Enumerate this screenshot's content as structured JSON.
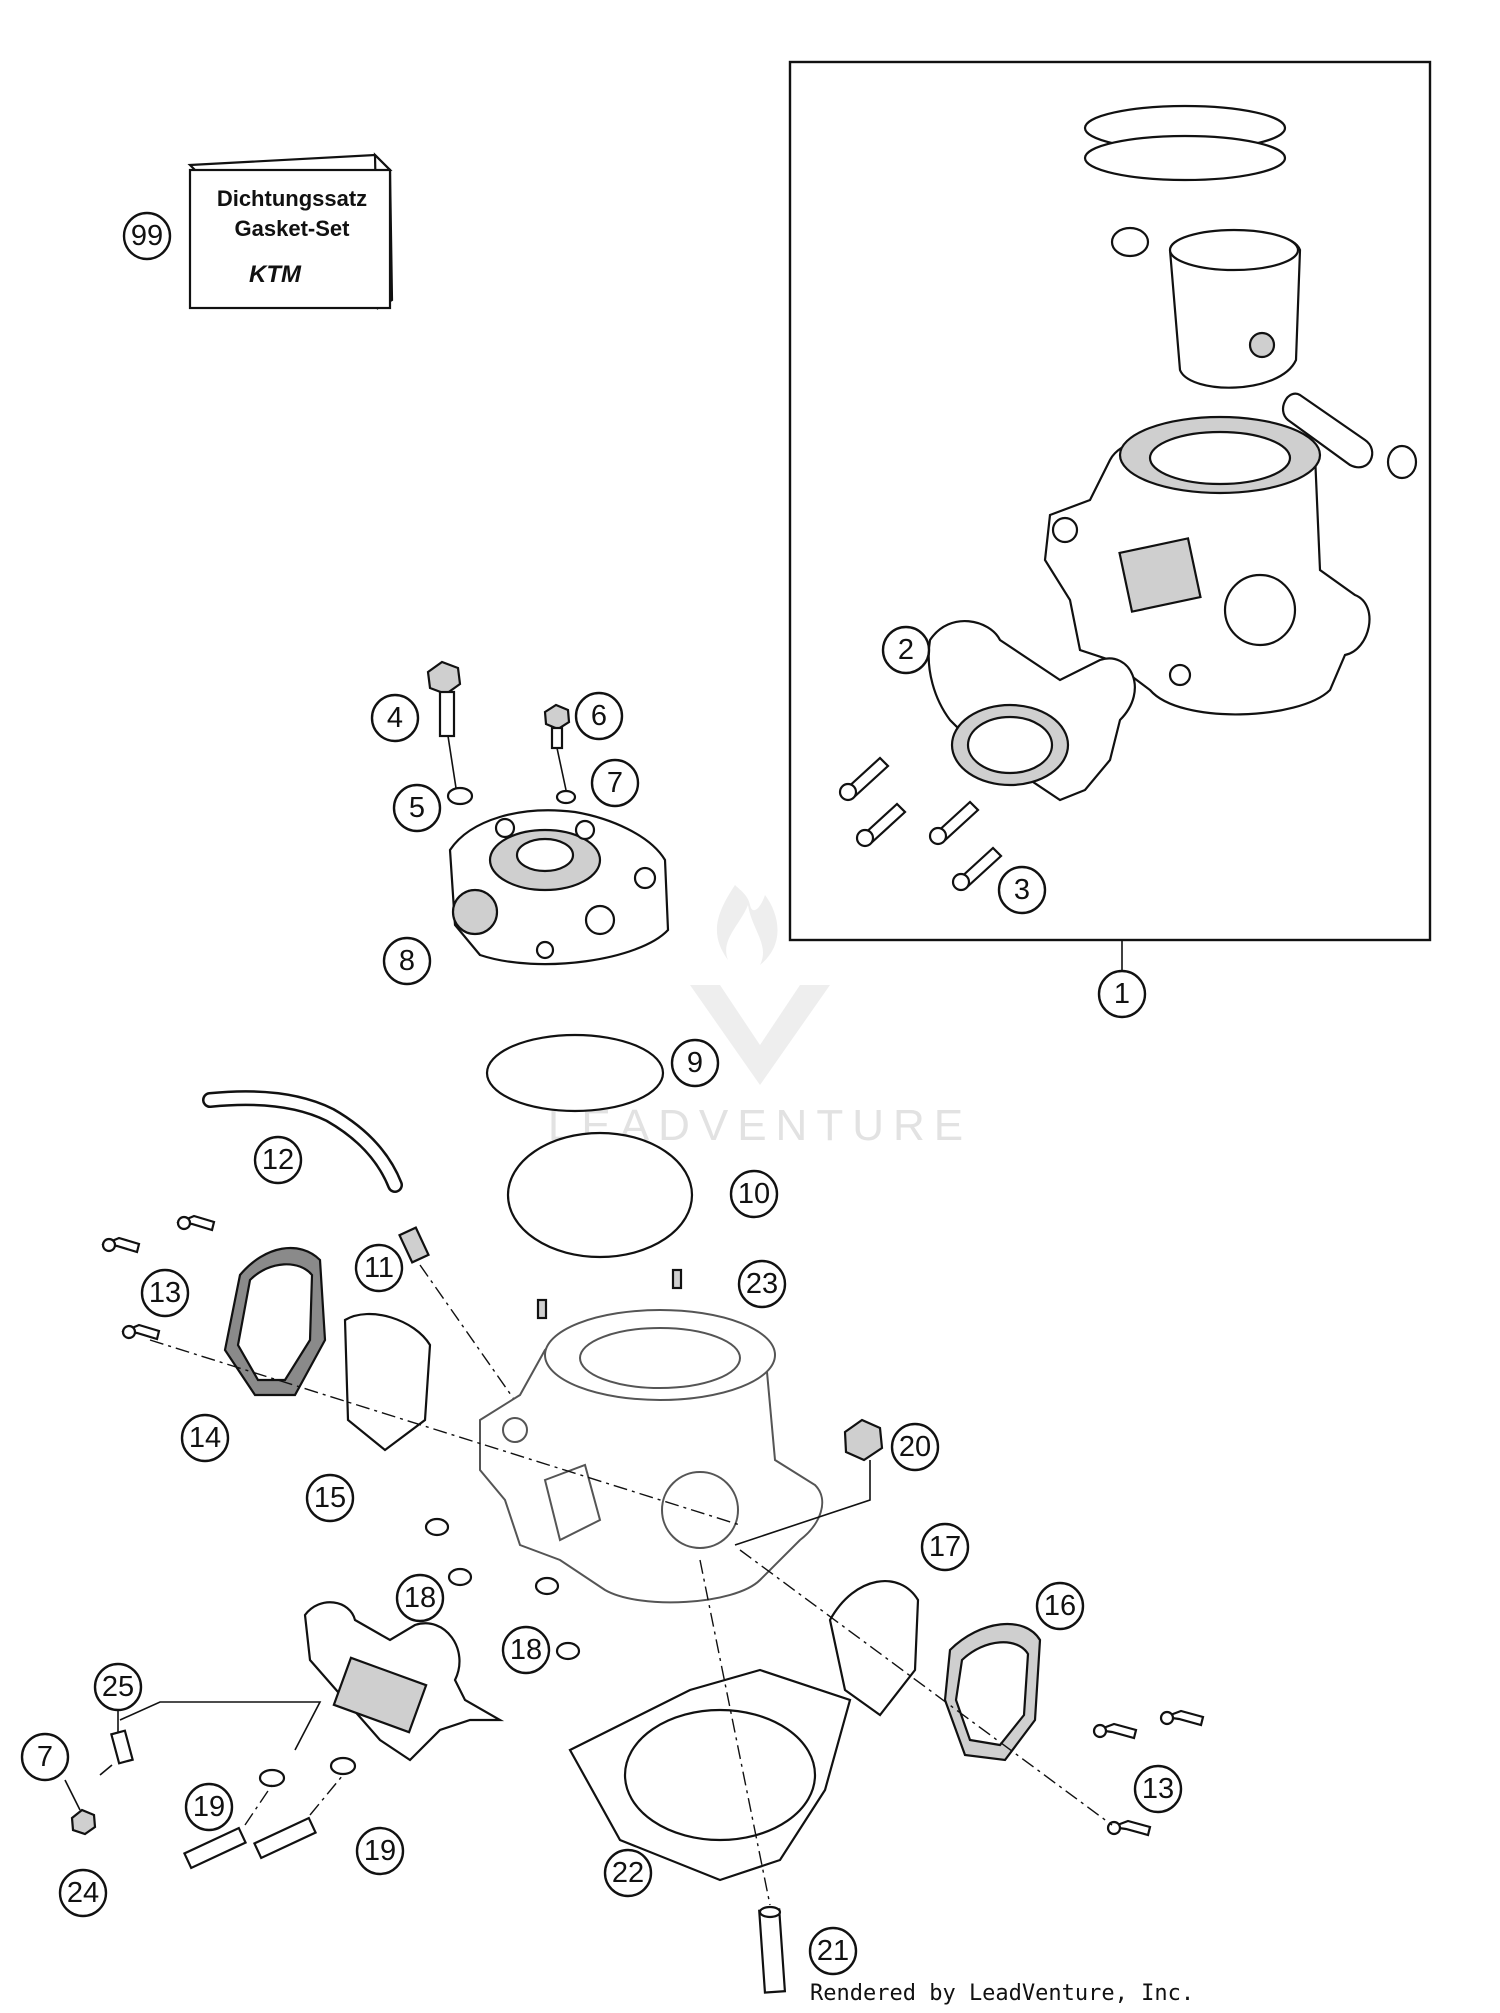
{
  "gasket_box": {
    "line1": "Dichtungssatz",
    "line2": "Gasket-Set",
    "brand": "KTM"
  },
  "watermark": "LEADVENTURE",
  "footer": "Rendered by LeadVenture, Inc.",
  "callouts": [
    {
      "id": "c99",
      "label": "99"
    },
    {
      "id": "c1",
      "label": "1"
    },
    {
      "id": "c2",
      "label": "2"
    },
    {
      "id": "c3",
      "label": "3"
    },
    {
      "id": "c4",
      "label": "4"
    },
    {
      "id": "c5",
      "label": "5"
    },
    {
      "id": "c6",
      "label": "6"
    },
    {
      "id": "c7a",
      "label": "7"
    },
    {
      "id": "c8",
      "label": "8"
    },
    {
      "id": "c9",
      "label": "9"
    },
    {
      "id": "c10",
      "label": "10"
    },
    {
      "id": "c11",
      "label": "11"
    },
    {
      "id": "c12",
      "label": "12"
    },
    {
      "id": "c13a",
      "label": "13"
    },
    {
      "id": "c14",
      "label": "14"
    },
    {
      "id": "c15",
      "label": "15"
    },
    {
      "id": "c16",
      "label": "16"
    },
    {
      "id": "c17",
      "label": "17"
    },
    {
      "id": "c18a",
      "label": "18"
    },
    {
      "id": "c18b",
      "label": "18"
    },
    {
      "id": "c19a",
      "label": "19"
    },
    {
      "id": "c19b",
      "label": "19"
    },
    {
      "id": "c20",
      "label": "20"
    },
    {
      "id": "c21",
      "label": "21"
    },
    {
      "id": "c22",
      "label": "22"
    },
    {
      "id": "c23",
      "label": "23"
    },
    {
      "id": "c24",
      "label": "24"
    },
    {
      "id": "c25",
      "label": "25"
    },
    {
      "id": "c7b",
      "label": "7"
    },
    {
      "id": "c13b",
      "label": "13"
    }
  ]
}
